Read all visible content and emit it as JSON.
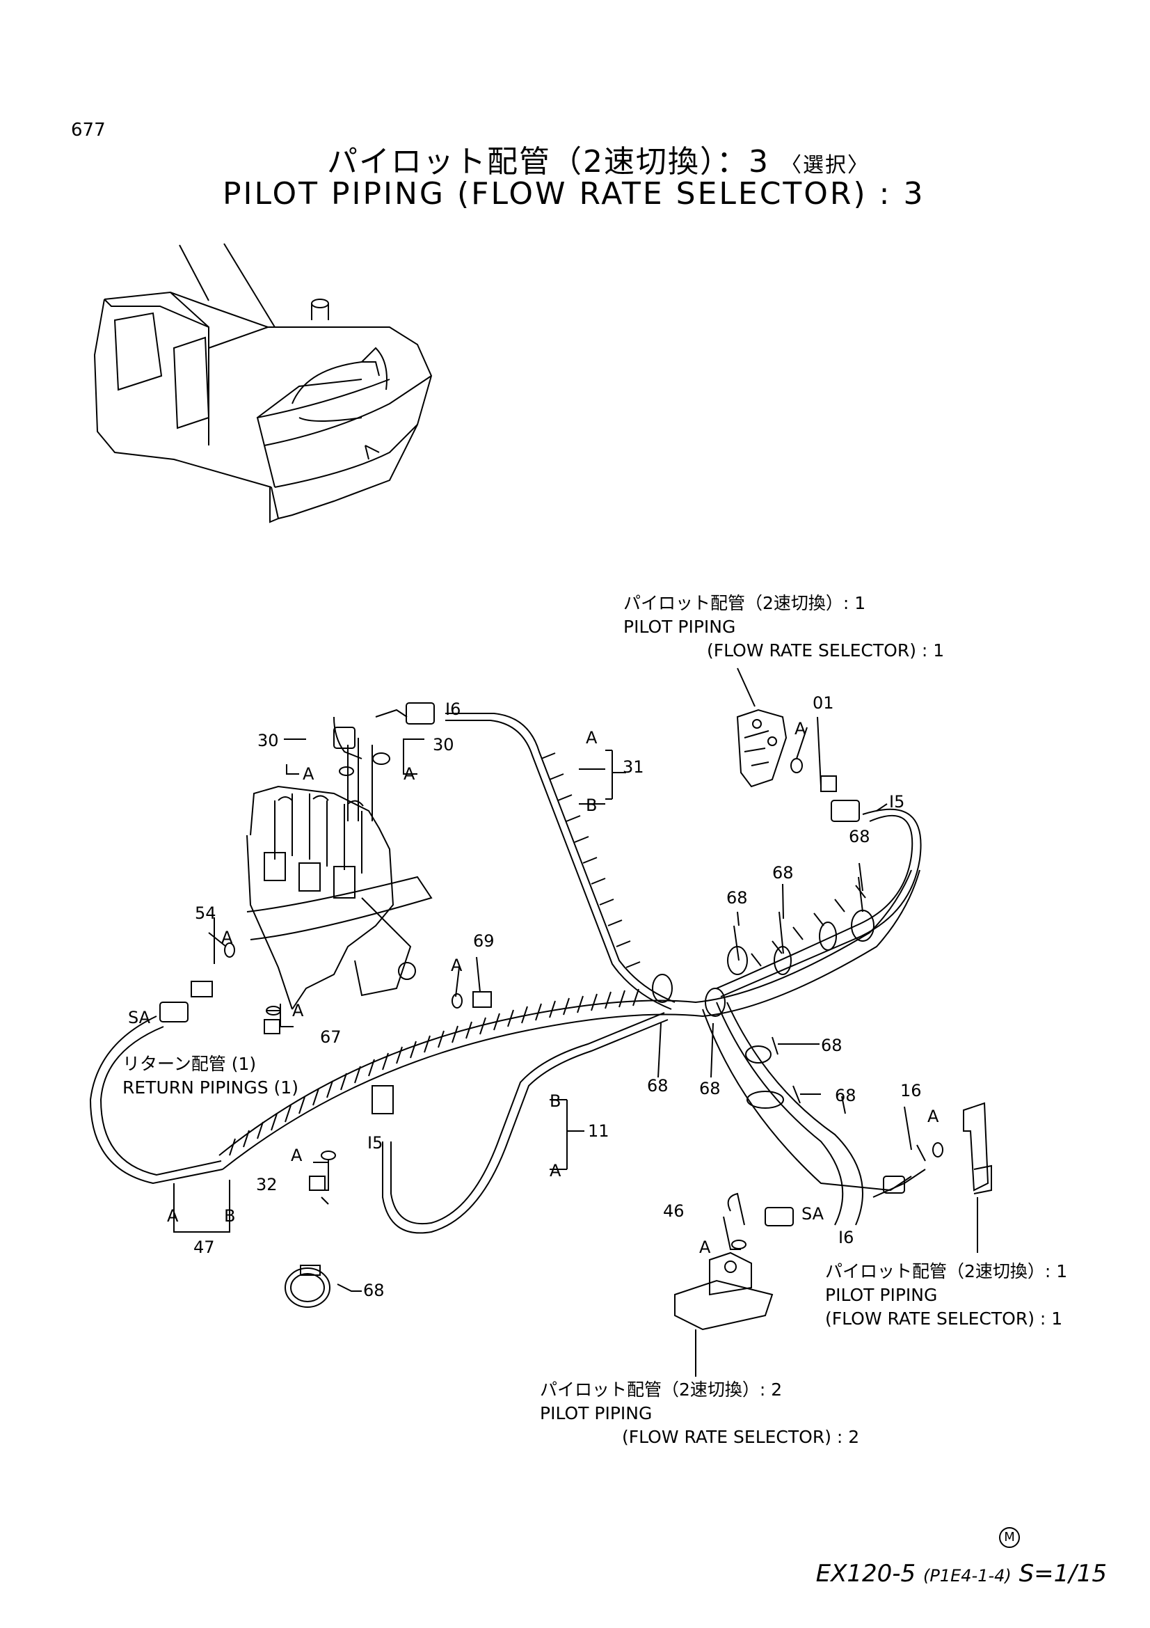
{
  "page_number": "677",
  "title_jp": "パイロット配管（2速切換）：3",
  "title_jp_note": "〈選択〉",
  "title_en": "PILOT PIPING (FLOW RATE SELECTOR) : 3",
  "references": [
    {
      "jp": "パイロット配管（2速切換）: 1",
      "en1": "PILOT PIPING",
      "en2": "(FLOW RATE SELECTOR) : 1"
    },
    {
      "jp": "パイロット配管（2速切換）: 1",
      "en1": "PILOT PIPING",
      "en2": "(FLOW RATE SELECTOR) : 1"
    },
    {
      "jp": "パイロット配管（2速切換）: 2",
      "en1": "PILOT PIPING",
      "en2": "(FLOW RATE SELECTOR) : 2"
    }
  ],
  "return_piping": {
    "jp": "リターン配管 (1)",
    "en": "RETURN PIPINGS (1)"
  },
  "part_labels": {
    "p01": "01",
    "p11": "11",
    "p16": "16",
    "p30": "30",
    "p31": "31",
    "p32": "32",
    "p46": "46",
    "p47": "47",
    "p54": "54",
    "p67": "67",
    "p68": "68",
    "p69": "69"
  },
  "connection_labels": {
    "a": "A",
    "b": "B",
    "i5": "I5",
    "i6": "I6",
    "sa": "SA"
  },
  "footer": {
    "model": "EX120-5",
    "code": "(P1E4-1-4)",
    "scale": "S=1/15",
    "mark": "M"
  }
}
